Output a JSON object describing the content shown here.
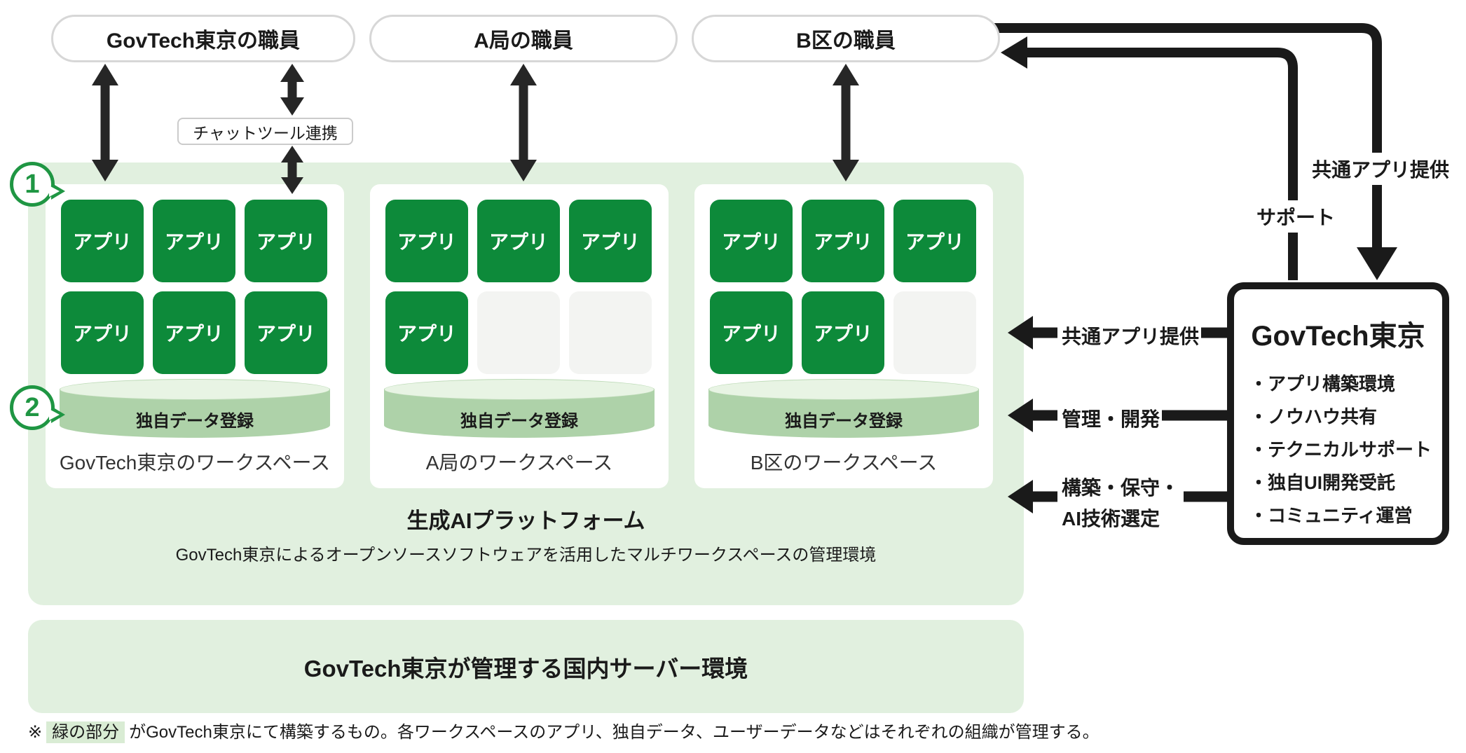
{
  "actors": [
    {
      "label": "GovTech東京の職員"
    },
    {
      "label": "A局の職員"
    },
    {
      "label": "B区の職員"
    }
  ],
  "chat_tool": {
    "label": "チャットツール連携"
  },
  "callouts": [
    {
      "number": "1"
    },
    {
      "number": "2"
    }
  ],
  "platform": {
    "title": "生成AIプラットフォーム",
    "subtitle": "GovTech東京によるオープンソースソフトウェアを活用したマルチワークスペースの管理環境",
    "app_label": "アプリ",
    "data_store_label": "独自データ登録",
    "workspaces": [
      {
        "name": "GovTech東京のワークスペース",
        "tiles": [
          "app",
          "app",
          "app",
          "app",
          "app",
          "app"
        ]
      },
      {
        "name": "A局のワークスペース",
        "tiles": [
          "app",
          "app",
          "app",
          "app",
          "empty",
          "empty"
        ]
      },
      {
        "name": "B区のワークスペース",
        "tiles": [
          "app",
          "app",
          "app",
          "app",
          "app",
          "empty"
        ]
      }
    ]
  },
  "server": {
    "label": "GovTech東京が管理する国内サーバー環境"
  },
  "govtech": {
    "title": "GovTech東京",
    "services": [
      "アプリ構築環境",
      "ノウハウ共有",
      "テクニカルサポート",
      "独自UI開発受託",
      "コミュニティ運営"
    ]
  },
  "flows": {
    "to_govtech": {
      "label": "共通アプリ提供"
    },
    "from_govtech_support": {
      "label": "サポート"
    },
    "left": [
      {
        "label": "共通アプリ提供"
      },
      {
        "label": "管理・開発"
      },
      {
        "label": "構築・保守・",
        "label2": "AI技術選定"
      }
    ]
  },
  "footnote": {
    "marker": "※",
    "highlight": "緑の部分",
    "rest": "がGovTech東京にて構築するもの。各ワークスペースのアプリ、独自データ、ユーザーデータなどはそれぞれの組織が管理する。"
  },
  "colors": {
    "app_green": "#0d8a3a",
    "light_green": "#e1f0df",
    "badge_green": "#1f9643",
    "line_black": "#1a1a1a"
  }
}
